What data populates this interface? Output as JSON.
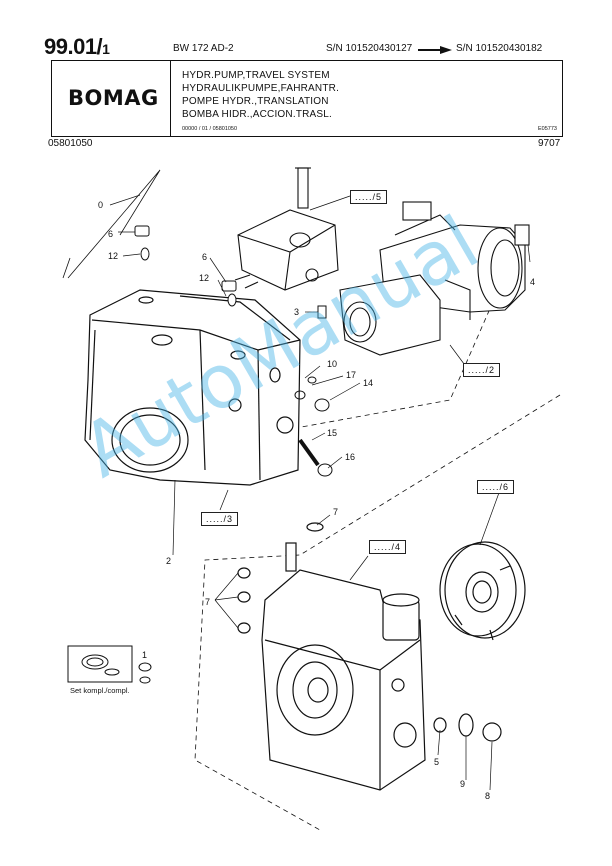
{
  "header": {
    "page_number": "99.01/",
    "page_sub": "1",
    "model": "BW  172 AD-2",
    "serial_from": "S/N 101520430127",
    "serial_to": "S/N 101520430182",
    "logo": "BOMAG",
    "titles": [
      "HYDR.PUMP,TRAVEL SYSTEM",
      "HYDRAULIKPUMPE,FAHRANTR.",
      "POMPE HYDR.,TRANSLATION",
      "BOMBA HIDR.,ACCION.TRASL."
    ],
    "reference": "00000 / 01 / 05801050",
    "code": "E05773",
    "doc_number": "05801050",
    "date": "9707"
  },
  "callouts": {
    "c0": "0",
    "c6a": "6",
    "c12a": "12",
    "c6b": "6",
    "c12b": "12",
    "c3": "3",
    "c10": "10",
    "c17": "17",
    "c14": "14",
    "c15": "15",
    "c16": "16",
    "c4": "4",
    "c7a": "7",
    "c7b": "7",
    "c2": "2",
    "c1": "1",
    "c5": "5",
    "c9": "9",
    "c8": "8"
  },
  "ref_boxes": {
    "r5": "...../5",
    "r2": "...../2",
    "r3": "...../3",
    "r4": "...../4",
    "r6": "...../6"
  },
  "set_label": "Set kompl./compl.",
  "watermark": "AutoManual"
}
